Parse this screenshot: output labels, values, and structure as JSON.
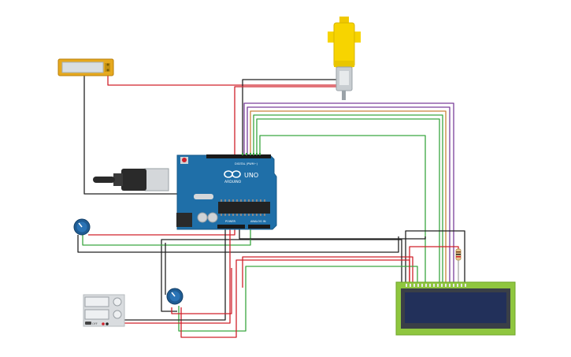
{
  "circuit": {
    "arduino": {
      "brand": "ARDUINO",
      "model": "UNO",
      "header_label": "DIGITAL (PWM~)",
      "power_label": "POWER",
      "analog_label": "ANALOG IN"
    },
    "power_supply": {
      "off_label": "OFF"
    }
  },
  "colors": {
    "wire_red": "#d0202a",
    "wire_black": "#222222",
    "wire_green": "#3aa640",
    "wire_purple": "#7a3f9a",
    "wire_orange": "#c9823a",
    "board_blue": "#1f6fa8",
    "lcd_green": "#8fc63f",
    "motor_yellow": "#f7d400"
  }
}
